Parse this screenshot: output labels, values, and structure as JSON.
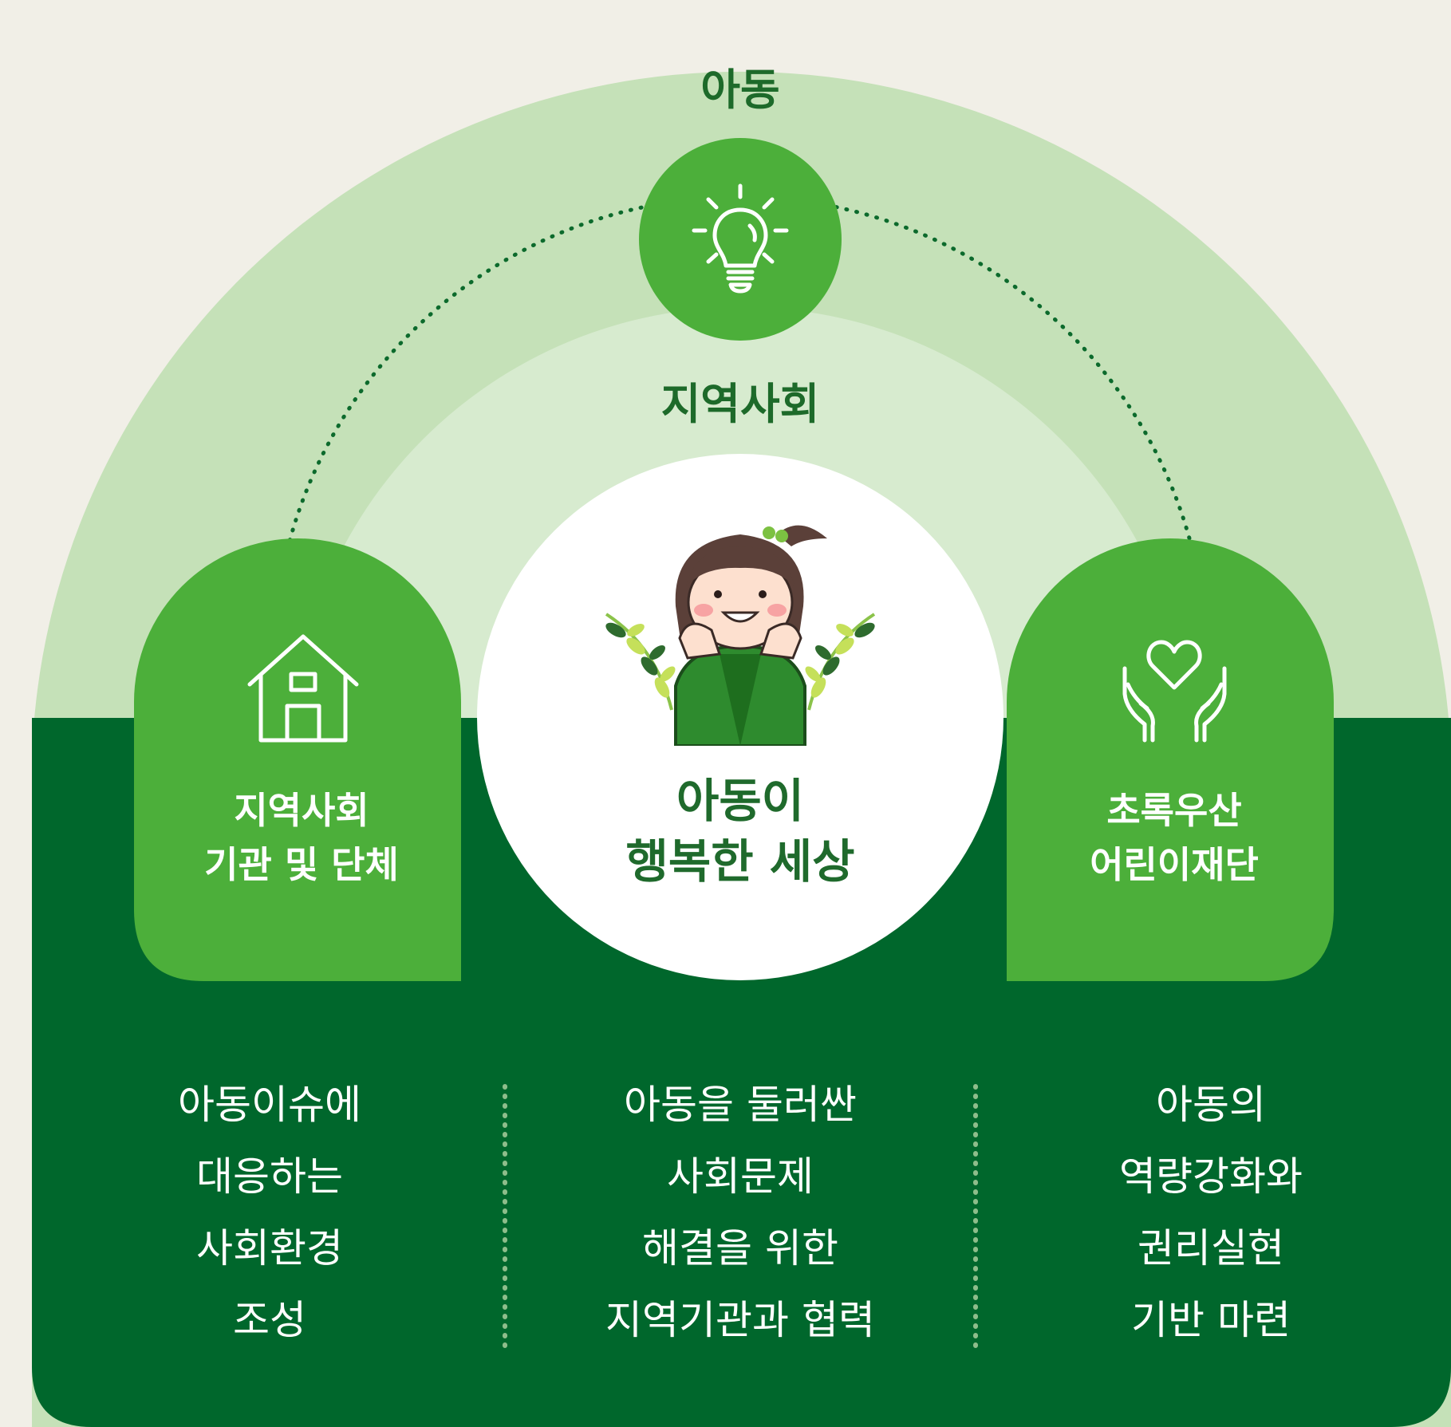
{
  "diagram": {
    "outer_label": "아동",
    "middle_label": "지역사회",
    "center": {
      "line1": "아동이",
      "line2": "행복한 세상"
    },
    "left_node": {
      "line1": "지역사회",
      "line2": "기관 및 단체",
      "icon": "house-icon"
    },
    "right_node": {
      "line1": "초록우산",
      "line2": "어린이재단",
      "icon": "heart-hands-icon"
    },
    "top_node": {
      "icon": "lightbulb-icon"
    }
  },
  "columns": [
    {
      "lines": [
        "아동이슈에",
        "대응하는",
        "사회환경",
        "조성"
      ]
    },
    {
      "lines": [
        "아동을 둘러싼",
        "사회문제",
        "해결을 위한",
        "지역기관과 협력"
      ]
    },
    {
      "lines": [
        "아동의",
        "역량강화와",
        "권리실현",
        "기반 마련"
      ]
    }
  ],
  "colors": {
    "background": "#f1efe7",
    "outer_arc": "#c5e1b8",
    "inner_arc": "#d7ebcf",
    "dark_green": "#00672c",
    "node_green": "#4caf3a",
    "title_green": "#1d6a2a"
  }
}
